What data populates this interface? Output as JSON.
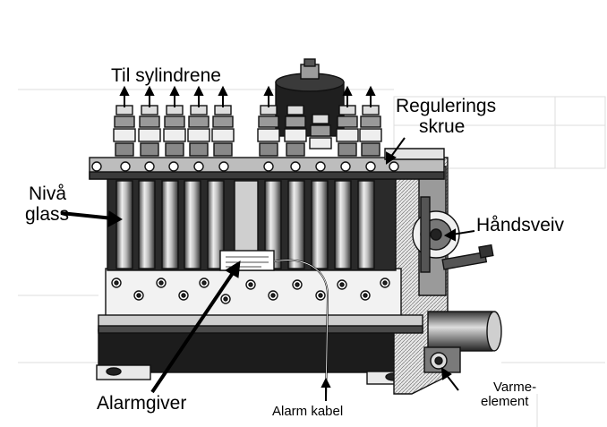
{
  "labels": {
    "til_sylindrene": "Til sylindrene",
    "regulerings_line1": "Regulerings",
    "regulerings_line2": "skrue",
    "niva_line1": "Nivå",
    "niva_line2": "glass",
    "handsveiv": "Håndsveiv",
    "alarmgiver": "Alarmgiver",
    "alarm_kabel": "Alarm kabel",
    "varme_line1": "Varme-",
    "varme_line2": "element"
  },
  "colors": {
    "ink": "#000000",
    "paper": "#ffffff",
    "machine_dark": "#1a1a1a",
    "machine_mid": "#8a8a8a",
    "machine_light": "#e6e6e6",
    "faint_background": "#dcdcdc"
  }
}
